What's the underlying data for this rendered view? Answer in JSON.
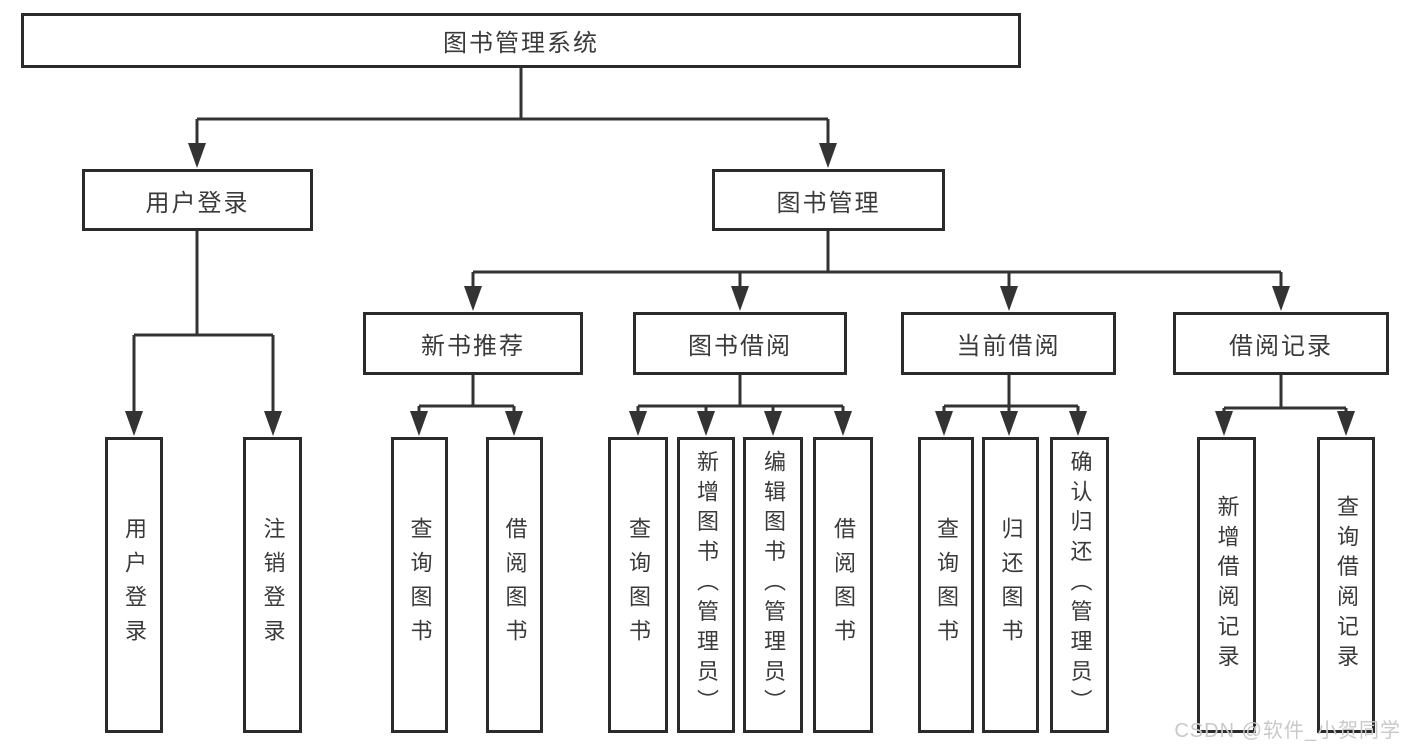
{
  "diagram": {
    "title": "图书管理系统",
    "nodes": {
      "root": {
        "label": "图书管理系统"
      },
      "level2": [
        {
          "label": "用户登录"
        },
        {
          "label": "图书管理"
        }
      ],
      "level3": [
        {
          "label": "新书推荐",
          "parent": "图书管理"
        },
        {
          "label": "图书借阅",
          "parent": "图书管理"
        },
        {
          "label": "当前借阅",
          "parent": "图书管理"
        },
        {
          "label": "借阅记录",
          "parent": "图书管理"
        }
      ],
      "leaves": [
        {
          "label": "用户登录",
          "parent": "用户登录"
        },
        {
          "label": "注销登录",
          "parent": "用户登录"
        },
        {
          "label": "查询图书",
          "parent": "新书推荐"
        },
        {
          "label": "借阅图书",
          "parent": "新书推荐"
        },
        {
          "label": "查询图书",
          "parent": "图书借阅"
        },
        {
          "label": "新增图书（管理员）",
          "parent": "图书借阅"
        },
        {
          "label": "编辑图书（管理员）",
          "parent": "图书借阅"
        },
        {
          "label": "借阅图书",
          "parent": "图书借阅"
        },
        {
          "label": "查询图书",
          "parent": "当前借阅"
        },
        {
          "label": "归还图书",
          "parent": "当前借阅"
        },
        {
          "label": "确认归还（管理员）",
          "parent": "当前借阅"
        },
        {
          "label": "新增借阅记录",
          "parent": "借阅记录"
        },
        {
          "label": "查询借阅记录",
          "parent": "借阅记录"
        }
      ]
    }
  },
  "watermark": {
    "text": "CSDN @软件_小贺同学"
  },
  "colors": {
    "line": "#333333",
    "box_border": "#2b2b2b",
    "text": "#3a3a3a",
    "watermark": "#c9c9c9",
    "background": "#ffffff"
  }
}
